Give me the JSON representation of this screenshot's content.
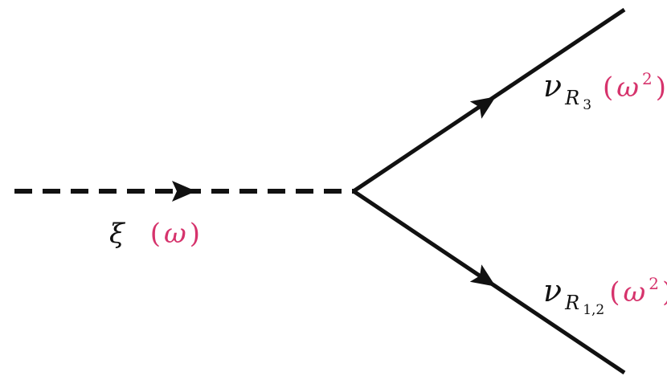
{
  "colors": {
    "line": "#111111",
    "charge": "#d6336c"
  },
  "incoming": {
    "particle": "ξ",
    "charge_open": "(",
    "charge_symbol": "ω",
    "charge_close": ")",
    "line_style": "dashed"
  },
  "outgoing_top": {
    "particle": "ν",
    "sub_main": "R",
    "sub_index": "3",
    "charge_open": "(",
    "charge_symbol": "ω",
    "charge_power": "2",
    "charge_close": ")",
    "line_style": "solid"
  },
  "outgoing_bottom": {
    "particle": "ν",
    "sub_main": "R",
    "sub_index": "1,2",
    "charge_open": "(",
    "charge_symbol": "ω",
    "charge_power": "2",
    "charge_close": ")",
    "line_style": "solid"
  }
}
